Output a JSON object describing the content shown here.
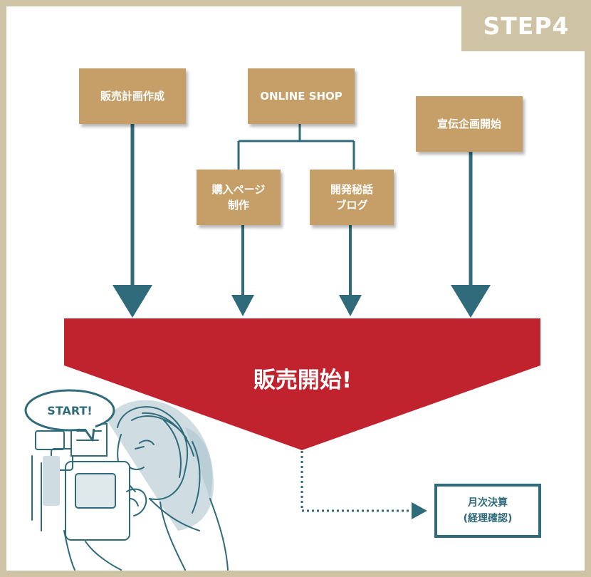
{
  "step_label": "STEP4",
  "boxes": {
    "sales_plan": "販売計画作成",
    "online_shop": "ONLINE SHOP",
    "promo_start": "宣伝企画開始",
    "purchase_page_l1": "購入ページ",
    "purchase_page_l2": "制作",
    "dev_blog_l1": "開発秘話",
    "dev_blog_l2": "ブログ"
  },
  "sales_start": "販売開始!",
  "monthly": {
    "line1": "月次決算",
    "line2": "(経理確認)"
  },
  "speech_bubble": "START!",
  "colors": {
    "frame": "#cfc3a5",
    "box": "#c59f67",
    "arrow": "#2f6b7a",
    "funnel": "#c0222e"
  }
}
